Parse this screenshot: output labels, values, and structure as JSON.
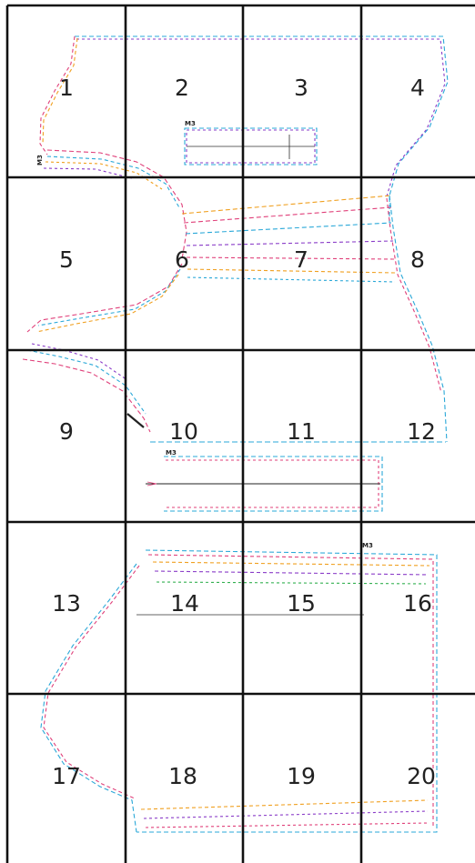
{
  "sheet": {
    "tiles": [
      "1",
      "2",
      "3",
      "4",
      "5",
      "6",
      "7",
      "8",
      "9",
      "10",
      "11",
      "12",
      "13",
      "14",
      "15",
      "16",
      "17",
      "18",
      "19",
      "20"
    ],
    "size_marks": [
      "M3",
      "M3",
      "M3",
      "M3"
    ]
  },
  "colors": {
    "grid": "#111111",
    "pattern_lines": [
      "#e0407a",
      "#2aa8d8",
      "#f0a020",
      "#8a3cc8",
      "#33b050",
      "#303030"
    ]
  }
}
